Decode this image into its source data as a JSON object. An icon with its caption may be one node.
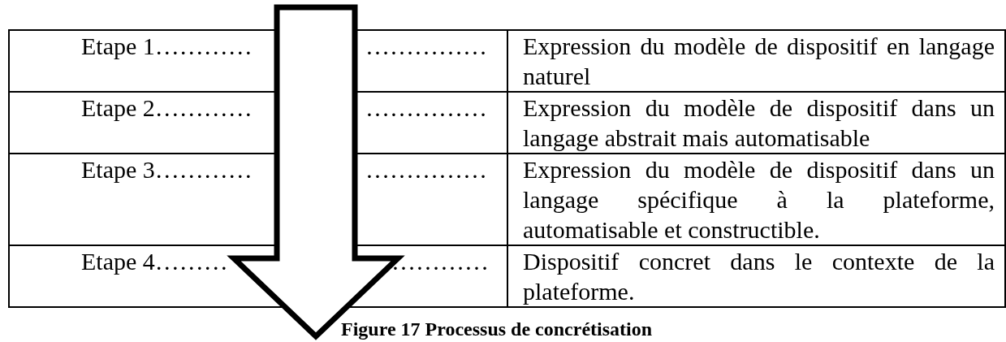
{
  "diagram": {
    "caption": "Figure 17 Processus de concrétisation",
    "labels": [
      "Etape 1…………",
      "……………",
      "Expression du modèle de dispositif en langage naturel",
      "Etape 2…………",
      "……………",
      "Expression du modèle de dispositif dans un langage abstrait mais automatisable",
      "Etape 3…………",
      "……………",
      "Expression du modèle de dispositif dans un langage spécifique à la plateforme, automatisable et constructible.",
      "Etape 4………",
      "…………",
      "Dispositif concret dans le contexte de la plateforme."
    ]
  }
}
